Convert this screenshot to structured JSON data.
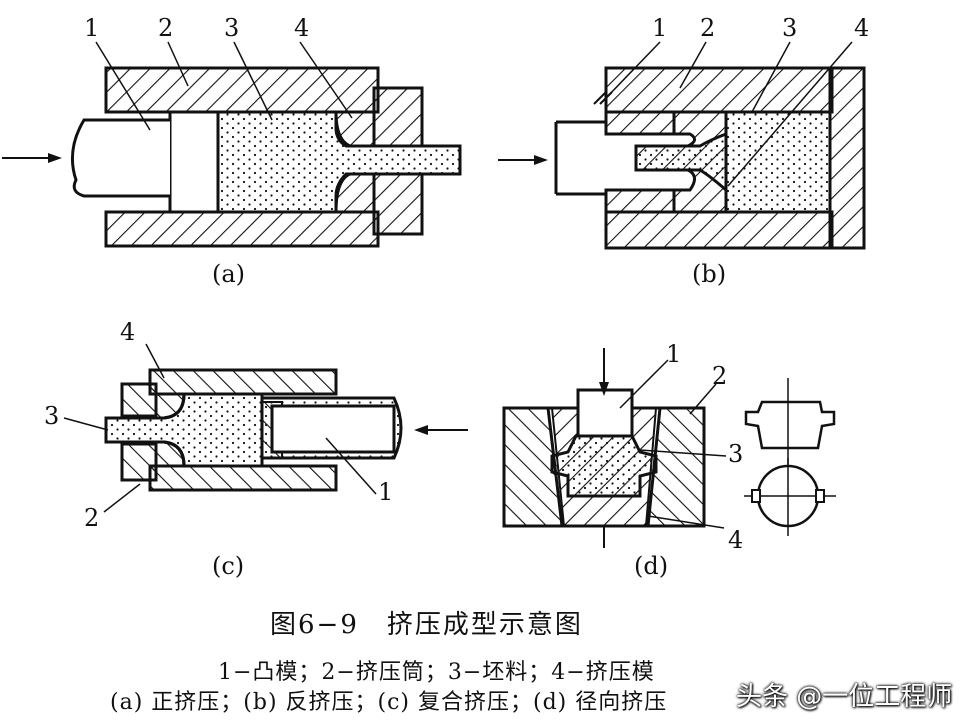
{
  "figure": {
    "title": "图6−9　挤压成型示意图",
    "legend": "1−凸模；2−挤压筒；3−坯料；4−挤压模",
    "types": "(a) 正挤压；(b) 反挤压；(c) 复合挤压；(d) 径向挤压"
  },
  "panels": [
    {
      "id": "a",
      "caption": "(a)",
      "labels": [
        "1",
        "2",
        "3",
        "4"
      ]
    },
    {
      "id": "b",
      "caption": "(b)",
      "labels": [
        "1",
        "2",
        "3",
        "4"
      ]
    },
    {
      "id": "c",
      "caption": "(c)",
      "labels": [
        "4",
        "3",
        "2",
        "1"
      ]
    },
    {
      "id": "d",
      "caption": "(d)",
      "labels": [
        "1",
        "2",
        "3",
        "4"
      ]
    }
  ],
  "watermark": "头条 @一位工程师",
  "colors": {
    "ink": "#111111",
    "background": "#ffffff"
  }
}
